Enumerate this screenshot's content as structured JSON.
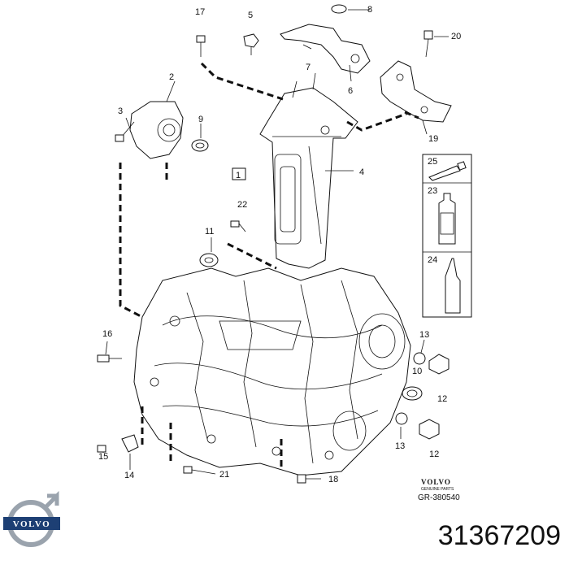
{
  "part_number": "31367209",
  "document": {
    "brand": "VOLVO",
    "brand_sub": "GENUINE PARTS",
    "reference": "GR-380540"
  },
  "logo": {
    "text": "VOLVO",
    "color": "#1d3f74"
  },
  "callouts": {
    "c1": "1",
    "c2": "2",
    "c3": "3",
    "c4": "4",
    "c5": "5",
    "c6": "6",
    "c7": "7",
    "c8": "8",
    "c9": "9",
    "c10": "10",
    "c11": "11",
    "c12a": "12",
    "c12b": "12",
    "c13a": "13",
    "c13b": "13",
    "c14": "14",
    "c15": "15",
    "c16": "16",
    "c17": "17",
    "c18": "18",
    "c19": "19",
    "c20": "20",
    "c21": "21",
    "c22": "22",
    "c23": "23",
    "c24": "24",
    "c25": "25"
  }
}
